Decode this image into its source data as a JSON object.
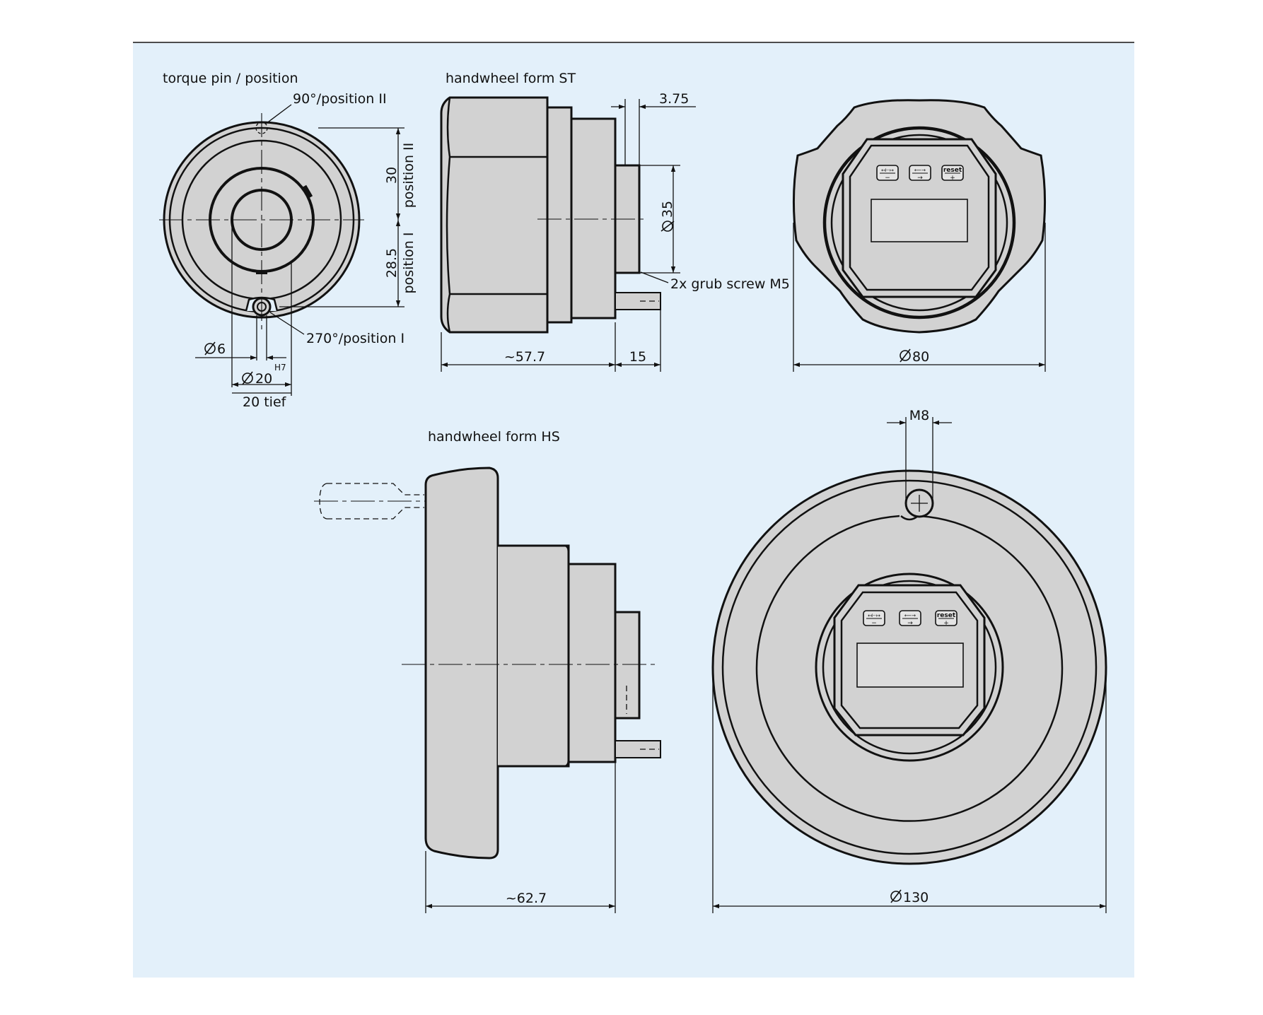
{
  "colors": {
    "panel_background": "#e3f0fa",
    "part_fill": "#d2d2d2",
    "line": "#111111"
  },
  "views": {
    "torque_pin": {
      "title": "torque pin / position",
      "label_pos_ii": "90°/position II",
      "label_pos_i": "270°/position I",
      "dim_30": "30",
      "dim_pos_ii": "position II",
      "dim_28_5": "28.5",
      "dim_pos_i": "position I",
      "dim_d6": "6",
      "dim_d20": "20",
      "dim_h7": "H7",
      "dim_20_tief": "20 tief"
    },
    "form_st": {
      "title": "handwheel form ST",
      "dim_3_75": "3.75",
      "dim_d35": "35",
      "label_grub_screw": "2x grub screw M5",
      "dim_57_7": "~57.7",
      "dim_15": "15"
    },
    "knob_front": {
      "dim_d80": "80",
      "btn_left": "↤⊢↦",
      "btn_mid": "⟵→",
      "btn_right": "reset"
    },
    "form_hs": {
      "title": "handwheel form HS",
      "dim_62_7": "~62.7"
    },
    "wheel_front": {
      "dim_m8": "M8",
      "dim_d130": "130",
      "btn_left": "↤⊢↦",
      "btn_mid": "⟵→",
      "btn_right": "reset"
    }
  }
}
